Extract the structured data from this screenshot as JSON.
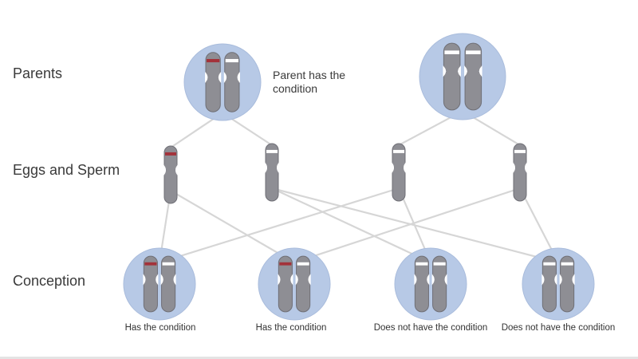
{
  "row_labels": {
    "parents": "Parents",
    "gametes": "Eggs and Sperm",
    "conception": "Conception"
  },
  "parent_note": "Parent has the condition",
  "outcomes": [
    {
      "label": "Has the condition",
      "affected": true
    },
    {
      "label": "Has the condition",
      "affected": true
    },
    {
      "label": "Does not have the condition",
      "affected": false
    },
    {
      "label": "Does not have the condition",
      "affected": false
    }
  ],
  "gametes": [
    {
      "affected": true
    },
    {
      "affected": false
    },
    {
      "affected": false
    },
    {
      "affected": false
    }
  ],
  "parents": [
    {
      "affected": true
    },
    {
      "affected": false
    }
  ],
  "colors": {
    "circle": "#b7c9e6",
    "chromosome": "#8e8e94",
    "chromosome_stroke": "#6f6f76",
    "affected_band": "#a3323a",
    "normal_band": "#ffffff",
    "link": "#d6d6d6"
  }
}
